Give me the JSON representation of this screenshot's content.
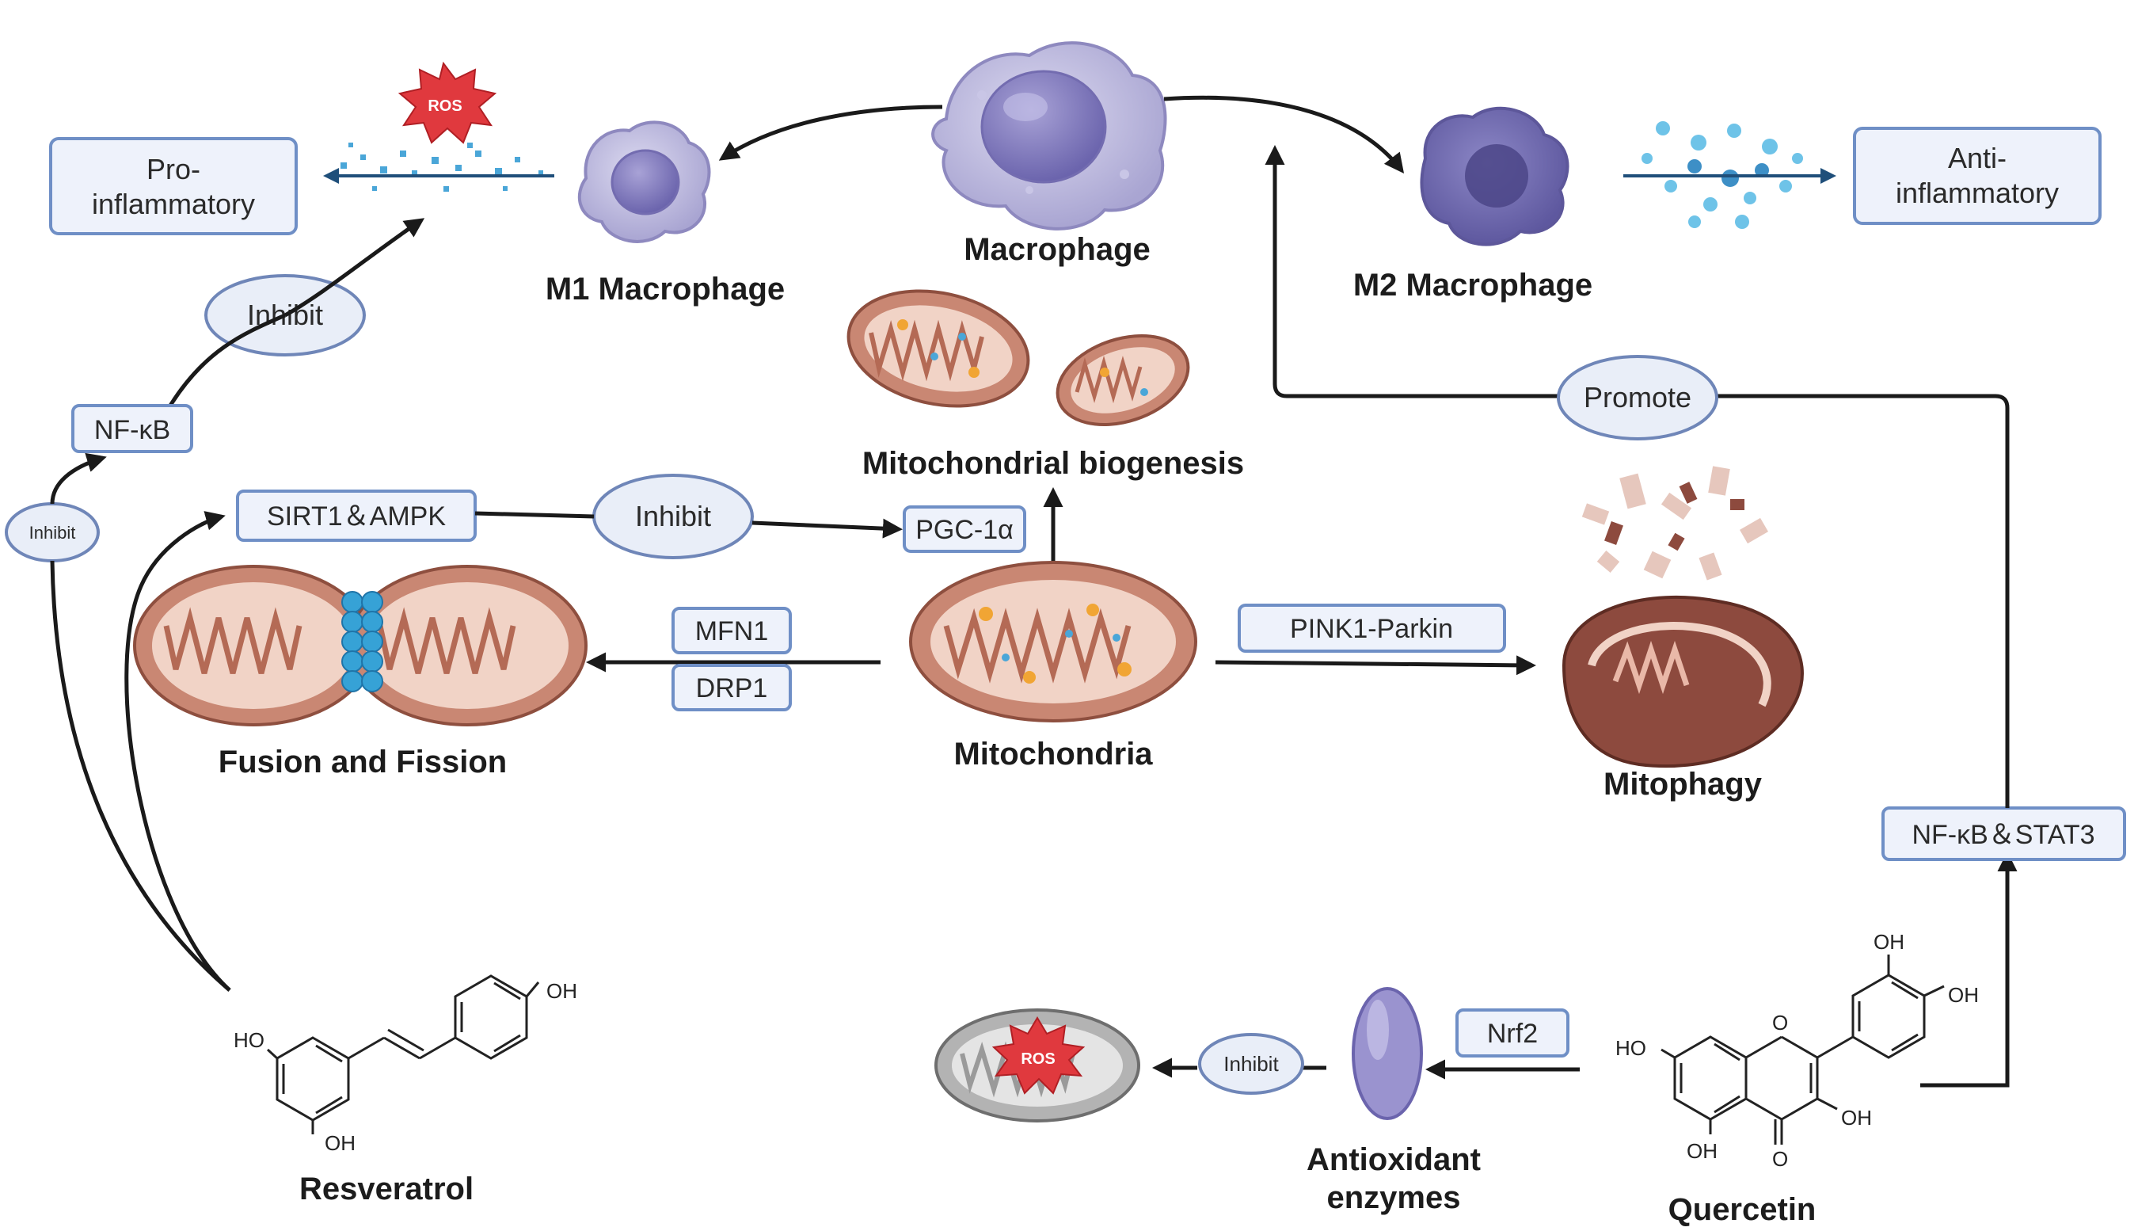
{
  "titles": {
    "macrophage": "Macrophage",
    "m1": "M1 Macrophage",
    "m2": "M2 Macrophage",
    "mito_biogenesis": "Mitochondrial biogenesis",
    "fusion_fission": "Fusion and Fission",
    "mitochondria": "Mitochondria",
    "mitophagy": "Mitophagy",
    "resveratrol": "Resveratrol",
    "quercetin": "Quercetin",
    "antioxidant_line1": "Antioxidant",
    "antioxidant_line2": "enzymes"
  },
  "boxes": {
    "pro_line1": "Pro-",
    "pro_line2": "inflammatory",
    "anti_line1": "Anti-",
    "anti_line2": "inflammatory",
    "nfkb": "NF-κB",
    "sirt1_ampk": "SIRT1＆AMPK",
    "pgc1a": "PGC-1α",
    "mfn1": "MFN1",
    "drp1": "DRP1",
    "pink1_parkin": "PINK1-Parkin",
    "nfkb_stat3": "NF-κB＆STAT3",
    "nrf2": "Nrf2"
  },
  "ovals": {
    "inhibit_top": "Inhibit",
    "inhibit_left": "Inhibit",
    "inhibit_mid": "Inhibit",
    "inhibit_bottom": "Inhibit",
    "promote": "Promote"
  },
  "ros": {
    "top": "ROS",
    "bottom": "ROS"
  },
  "chem": {
    "oh": "OH",
    "ho": "HO",
    "o": "O"
  },
  "colors": {
    "box_fill": "#eef2fb",
    "box_stroke": "#6f8fc6",
    "cell_purple": "#b9b6dc",
    "mito_brown": "#c98773",
    "ros_red": "#e0393e",
    "dot_blue": "#36a2d6"
  }
}
